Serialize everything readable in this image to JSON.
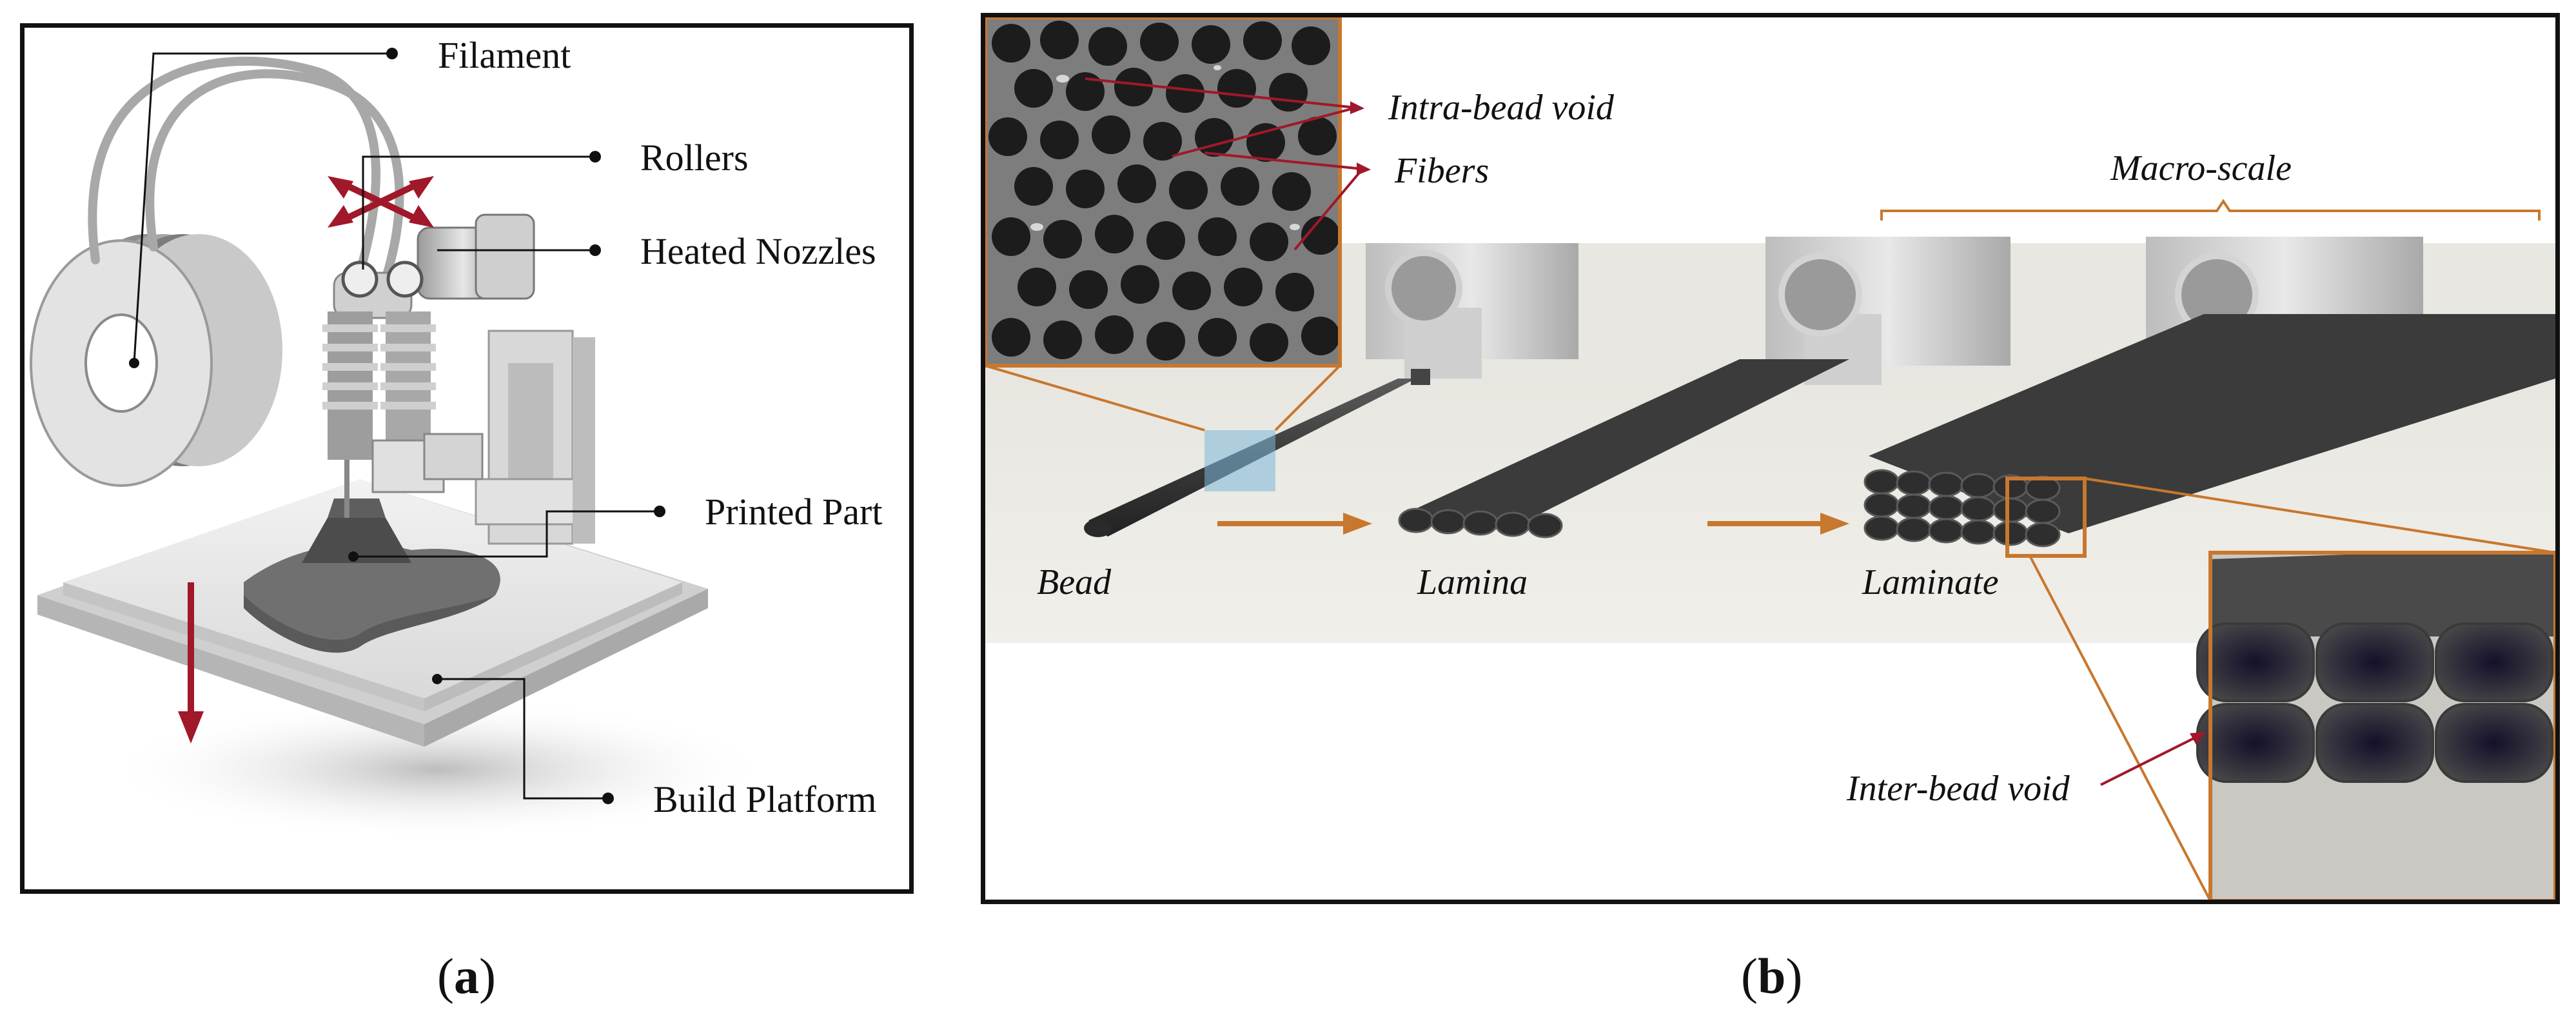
{
  "panel_a": {
    "labels": {
      "filament": "Filament",
      "rollers": "Rollers",
      "heated_nozzles": "Heated Nozzles",
      "printed_part": "Printed Part",
      "build_platform": "Build Platform"
    },
    "caption_letter": "a"
  },
  "panel_b": {
    "labels": {
      "intra_bead_void": "Intra-bead void",
      "fibers": "Fibers",
      "macro_scale": "Macro-scale",
      "bead": "Bead",
      "lamina": "Lamina",
      "laminate": "Laminate",
      "inter_bead_void": "Inter-bead void"
    },
    "caption_letter": "b"
  },
  "colors": {
    "arrow_red": "#a0182a",
    "accent_orange": "#c8772e",
    "leader_black": "#111111",
    "fiber_dark": "#1c1c1c",
    "matrix_gray": "#7d7d7d"
  }
}
